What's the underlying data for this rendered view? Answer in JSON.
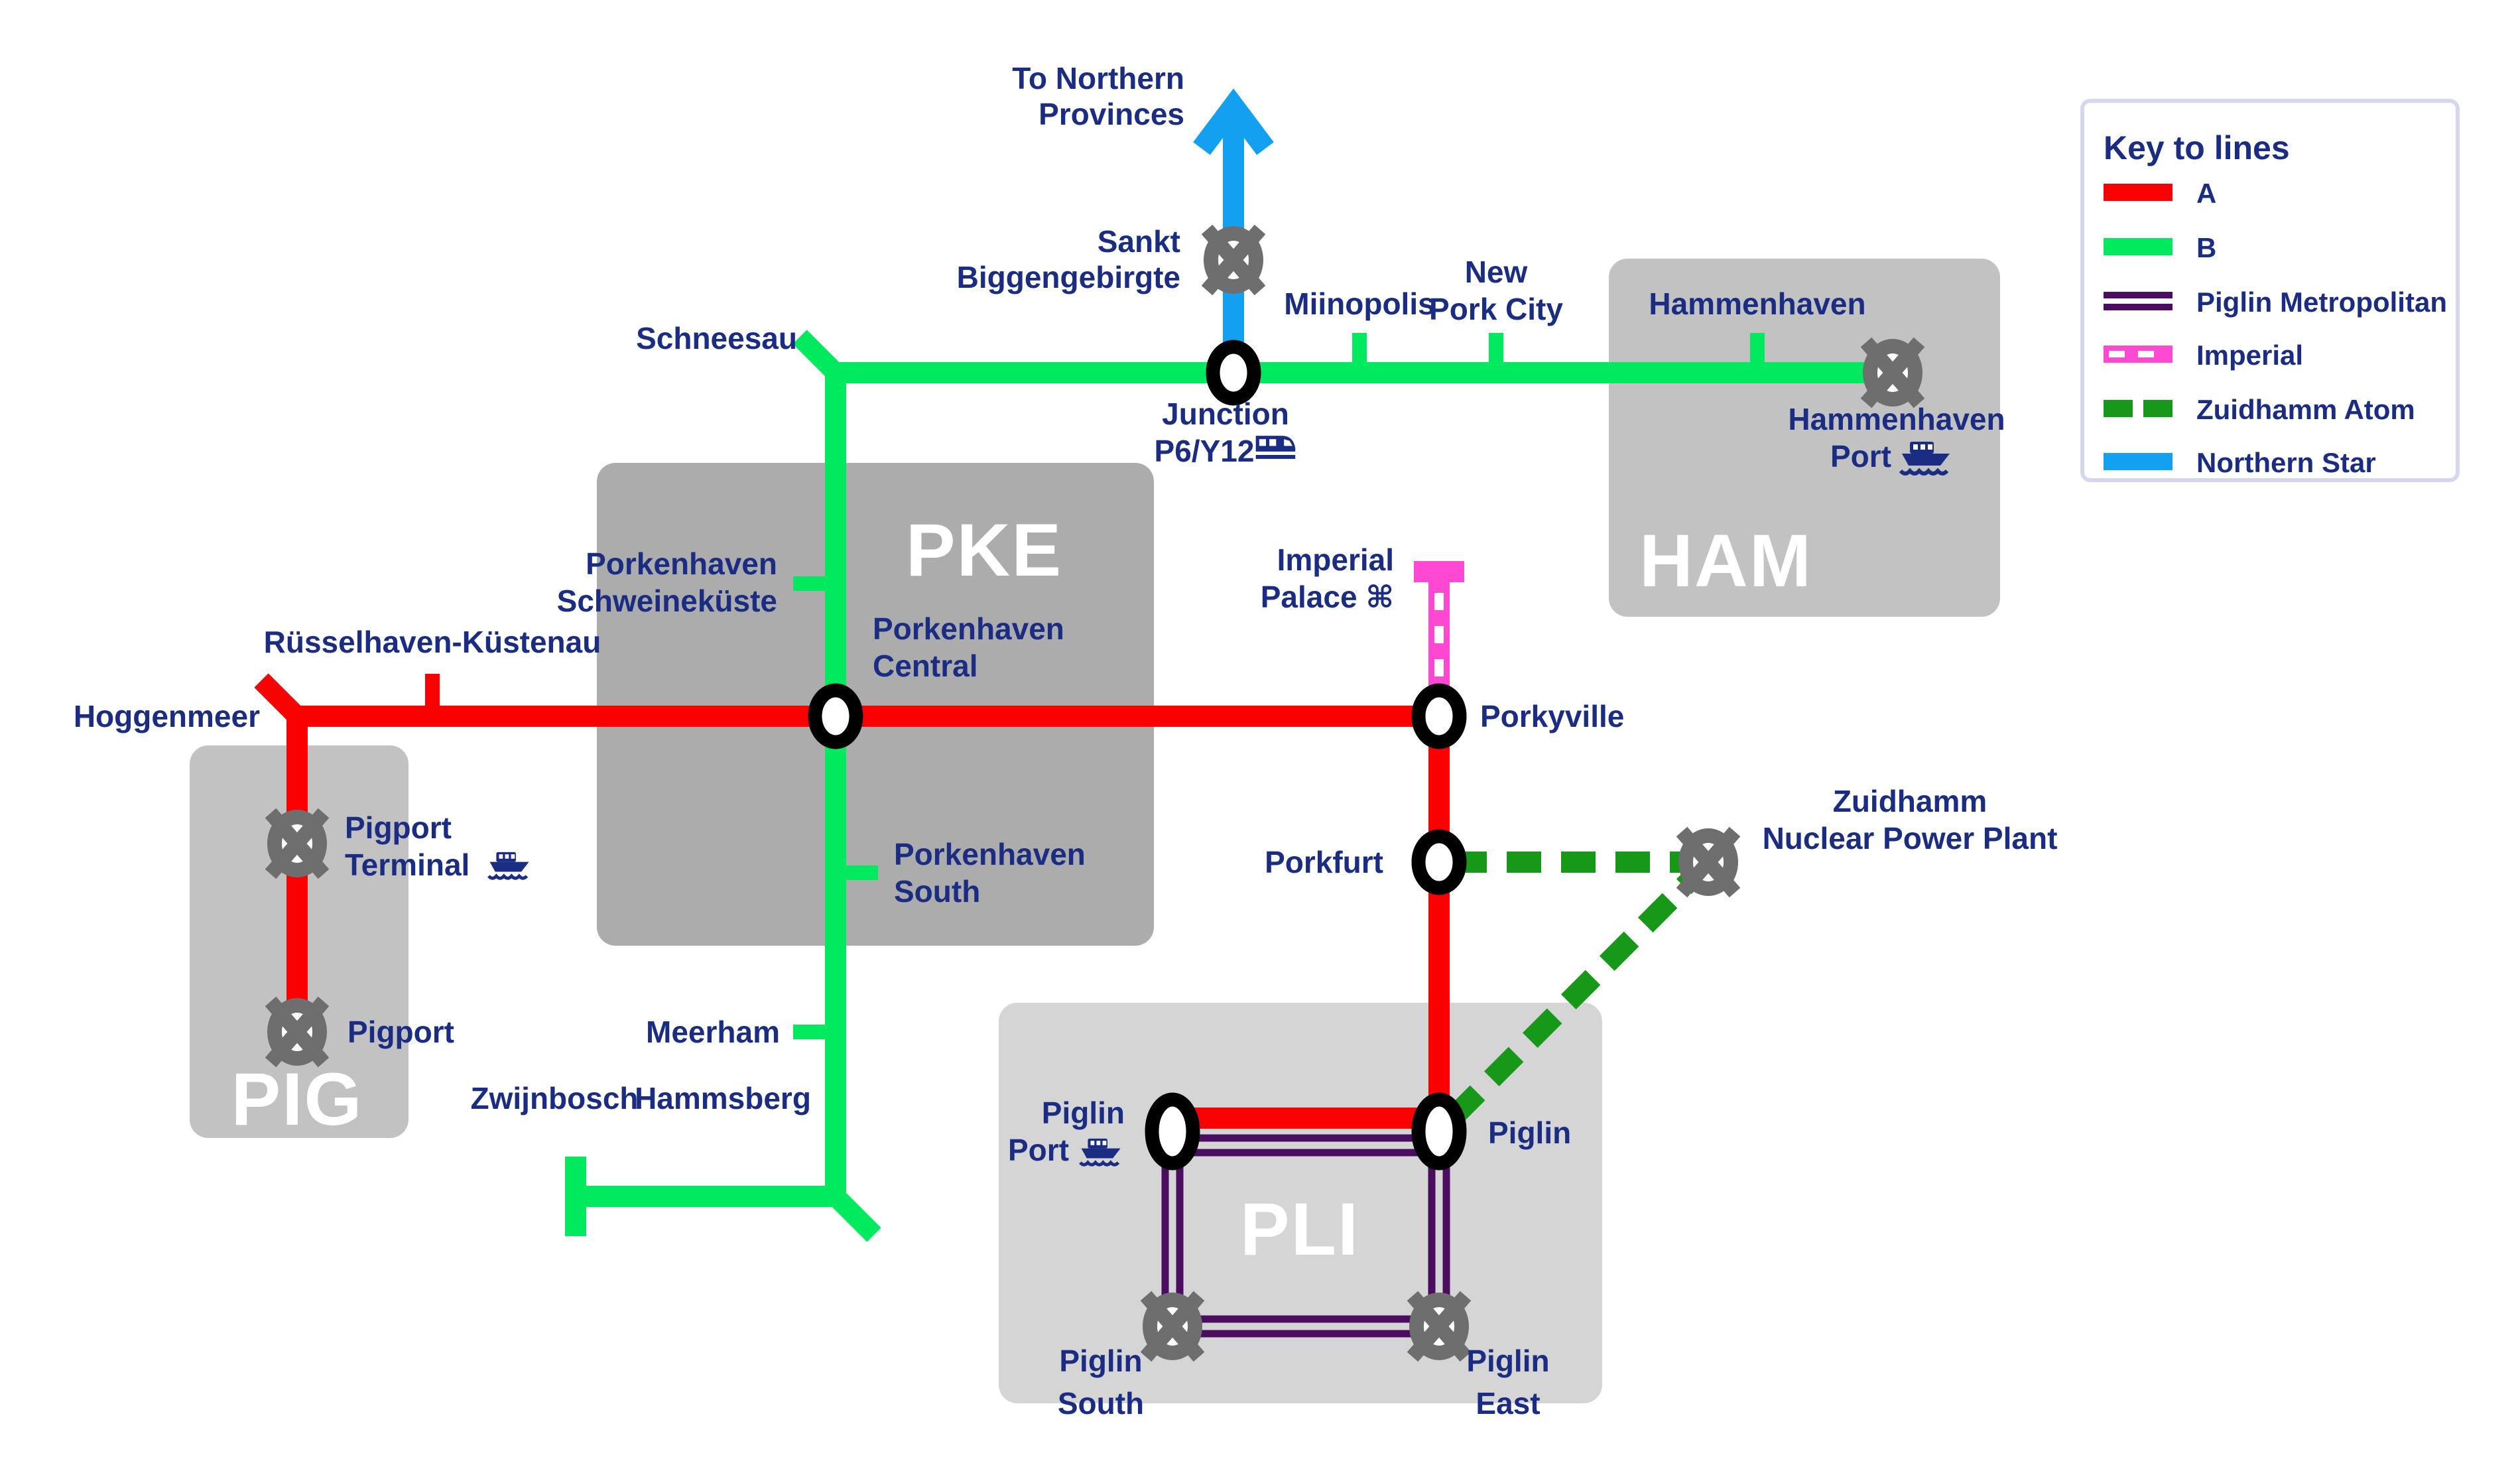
{
  "legend": {
    "title": "Key to lines",
    "items": [
      {
        "label": "A",
        "color": "#FB0000",
        "style": "solid"
      },
      {
        "label": "B",
        "color": "#00E95F",
        "style": "solid"
      },
      {
        "label": "Piglin Metropolitan",
        "color": "#4A0D60",
        "style": "double"
      },
      {
        "label": "Imperial",
        "color": "#FF49D3",
        "style": "pink-white-dash"
      },
      {
        "label": "Zuidhamm Atom",
        "color": "#189818",
        "style": "dashed"
      },
      {
        "label": "Northern Star",
        "color": "#14A0F0",
        "style": "solid"
      }
    ]
  },
  "colors": {
    "line_a": "#FB0000",
    "line_b": "#00E95F",
    "piglin_metropolitan": "#4A0D60",
    "imperial": "#FF49D3",
    "zuidhamm_atom": "#189818",
    "northern_star": "#14A0F0",
    "interchange_icon": "#6E6E6E",
    "station_ring": "#000000",
    "label_text": "#1B2D82",
    "zone_pke": "#ACACAC",
    "zone_ham": "#C2C2C2",
    "zone_pig": "#C2C2C2",
    "zone_pli": "#D5D5D5",
    "legend_border": "#D6D6F0"
  },
  "zones": {
    "pke": "PKE",
    "ham": "HAM",
    "pig": "PIG",
    "pli": "PLI"
  },
  "directions": {
    "northern_provinces": {
      "l1": "To Northern",
      "l2": "Provinces"
    }
  },
  "stations": {
    "sankt_biggengebirgte": {
      "l1": "Sankt",
      "l2": "Biggengebirgte"
    },
    "junction": {
      "l1": "Junction",
      "l2": "P6/Y12"
    },
    "miinopolis": {
      "l1": "Miinopolis"
    },
    "new_pork_city": {
      "l1": "New",
      "l2": "Pork City"
    },
    "hammenhaven": {
      "l1": "Hammenhaven"
    },
    "hammenhaven_port": {
      "l1": "Hammenhaven",
      "l2": "Port"
    },
    "schneesau": {
      "l1": "Schneesau"
    },
    "porkenhaven_schweinekueste": {
      "l1": "Porkenhaven",
      "l2": "Schweineküste"
    },
    "porkenhaven_central": {
      "l1": "Porkenhaven",
      "l2": "Central"
    },
    "porkenhaven_south": {
      "l1": "Porkenhaven",
      "l2": "South"
    },
    "meerham": {
      "l1": "Meerham"
    },
    "zwijnbosch": {
      "l1": "Zwijnbosch"
    },
    "hammsberg": {
      "l1": "Hammsberg"
    },
    "hoggenmeer": {
      "l1": "Hoggenmeer"
    },
    "ruesselhaven_kuestenau": {
      "l1": "Rüsselhaven-Küstenau"
    },
    "pigport_terminal": {
      "l1": "Pigport",
      "l2": "Terminal"
    },
    "pigport": {
      "l1": "Pigport"
    },
    "imperial_palace": {
      "l1": "Imperial",
      "l2": "Palace ⌘"
    },
    "porkyville": {
      "l1": "Porkyville"
    },
    "porkfurt": {
      "l1": "Porkfurt"
    },
    "zuidhamm_npp": {
      "l1": "Zuidhamm",
      "l2": "Nuclear Power Plant"
    },
    "piglin_port": {
      "l1": "Piglin",
      "l2": "Port"
    },
    "piglin": {
      "l1": "Piglin"
    },
    "piglin_south": {
      "l1": "Piglin",
      "l2": "South"
    },
    "piglin_east": {
      "l1": "Piglin",
      "l2": "East"
    }
  }
}
